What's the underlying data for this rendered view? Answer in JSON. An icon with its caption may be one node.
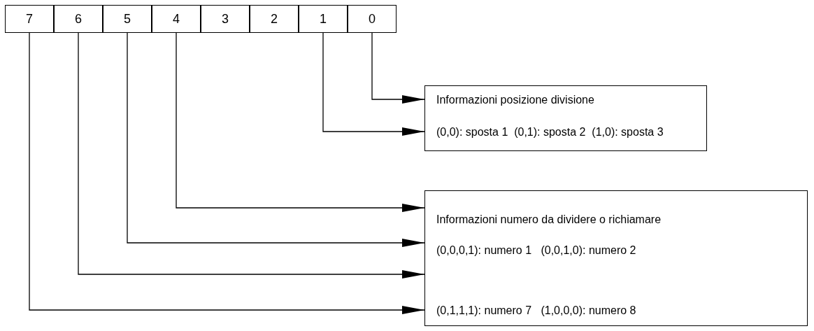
{
  "diagram": {
    "nodes": [
      {
        "text": [
          "7"
        ]
      },
      {
        "text": [
          "6"
        ]
      },
      {
        "text": [
          "5"
        ]
      },
      {
        "text": [
          "4"
        ]
      },
      {
        "text": [
          "3"
        ]
      },
      {
        "text": [
          "2"
        ]
      },
      {
        "text": [
          "1"
        ]
      },
      {
        "text": [
          "0"
        ]
      },
      {
        "text": [
          "Informazioni posizione divisione",
          "(0,0): sposta 1  (0,1): sposta 2  (1,0): sposta 3"
        ]
      },
      {
        "text": [
          "Informazioni numero da dividere o richiamare",
          "(0,0,0,1): numero 1   (0,0,1,0): numero 2",
          "(0,1,1,1): numero 7   (1,0,0,0): numero 8"
        ]
      }
    ],
    "edges": [
      {
        "from": 7,
        "to": 8,
        "arrow": "to"
      },
      {
        "from": 6,
        "to": 8,
        "arrow": "to"
      },
      {
        "from": 3,
        "to": 9,
        "arrow": "to"
      },
      {
        "from": 2,
        "to": 9,
        "arrow": "to"
      },
      {
        "from": 1,
        "to": 9,
        "arrow": "to"
      },
      {
        "from": 0,
        "to": 9,
        "arrow": "to"
      }
    ]
  }
}
